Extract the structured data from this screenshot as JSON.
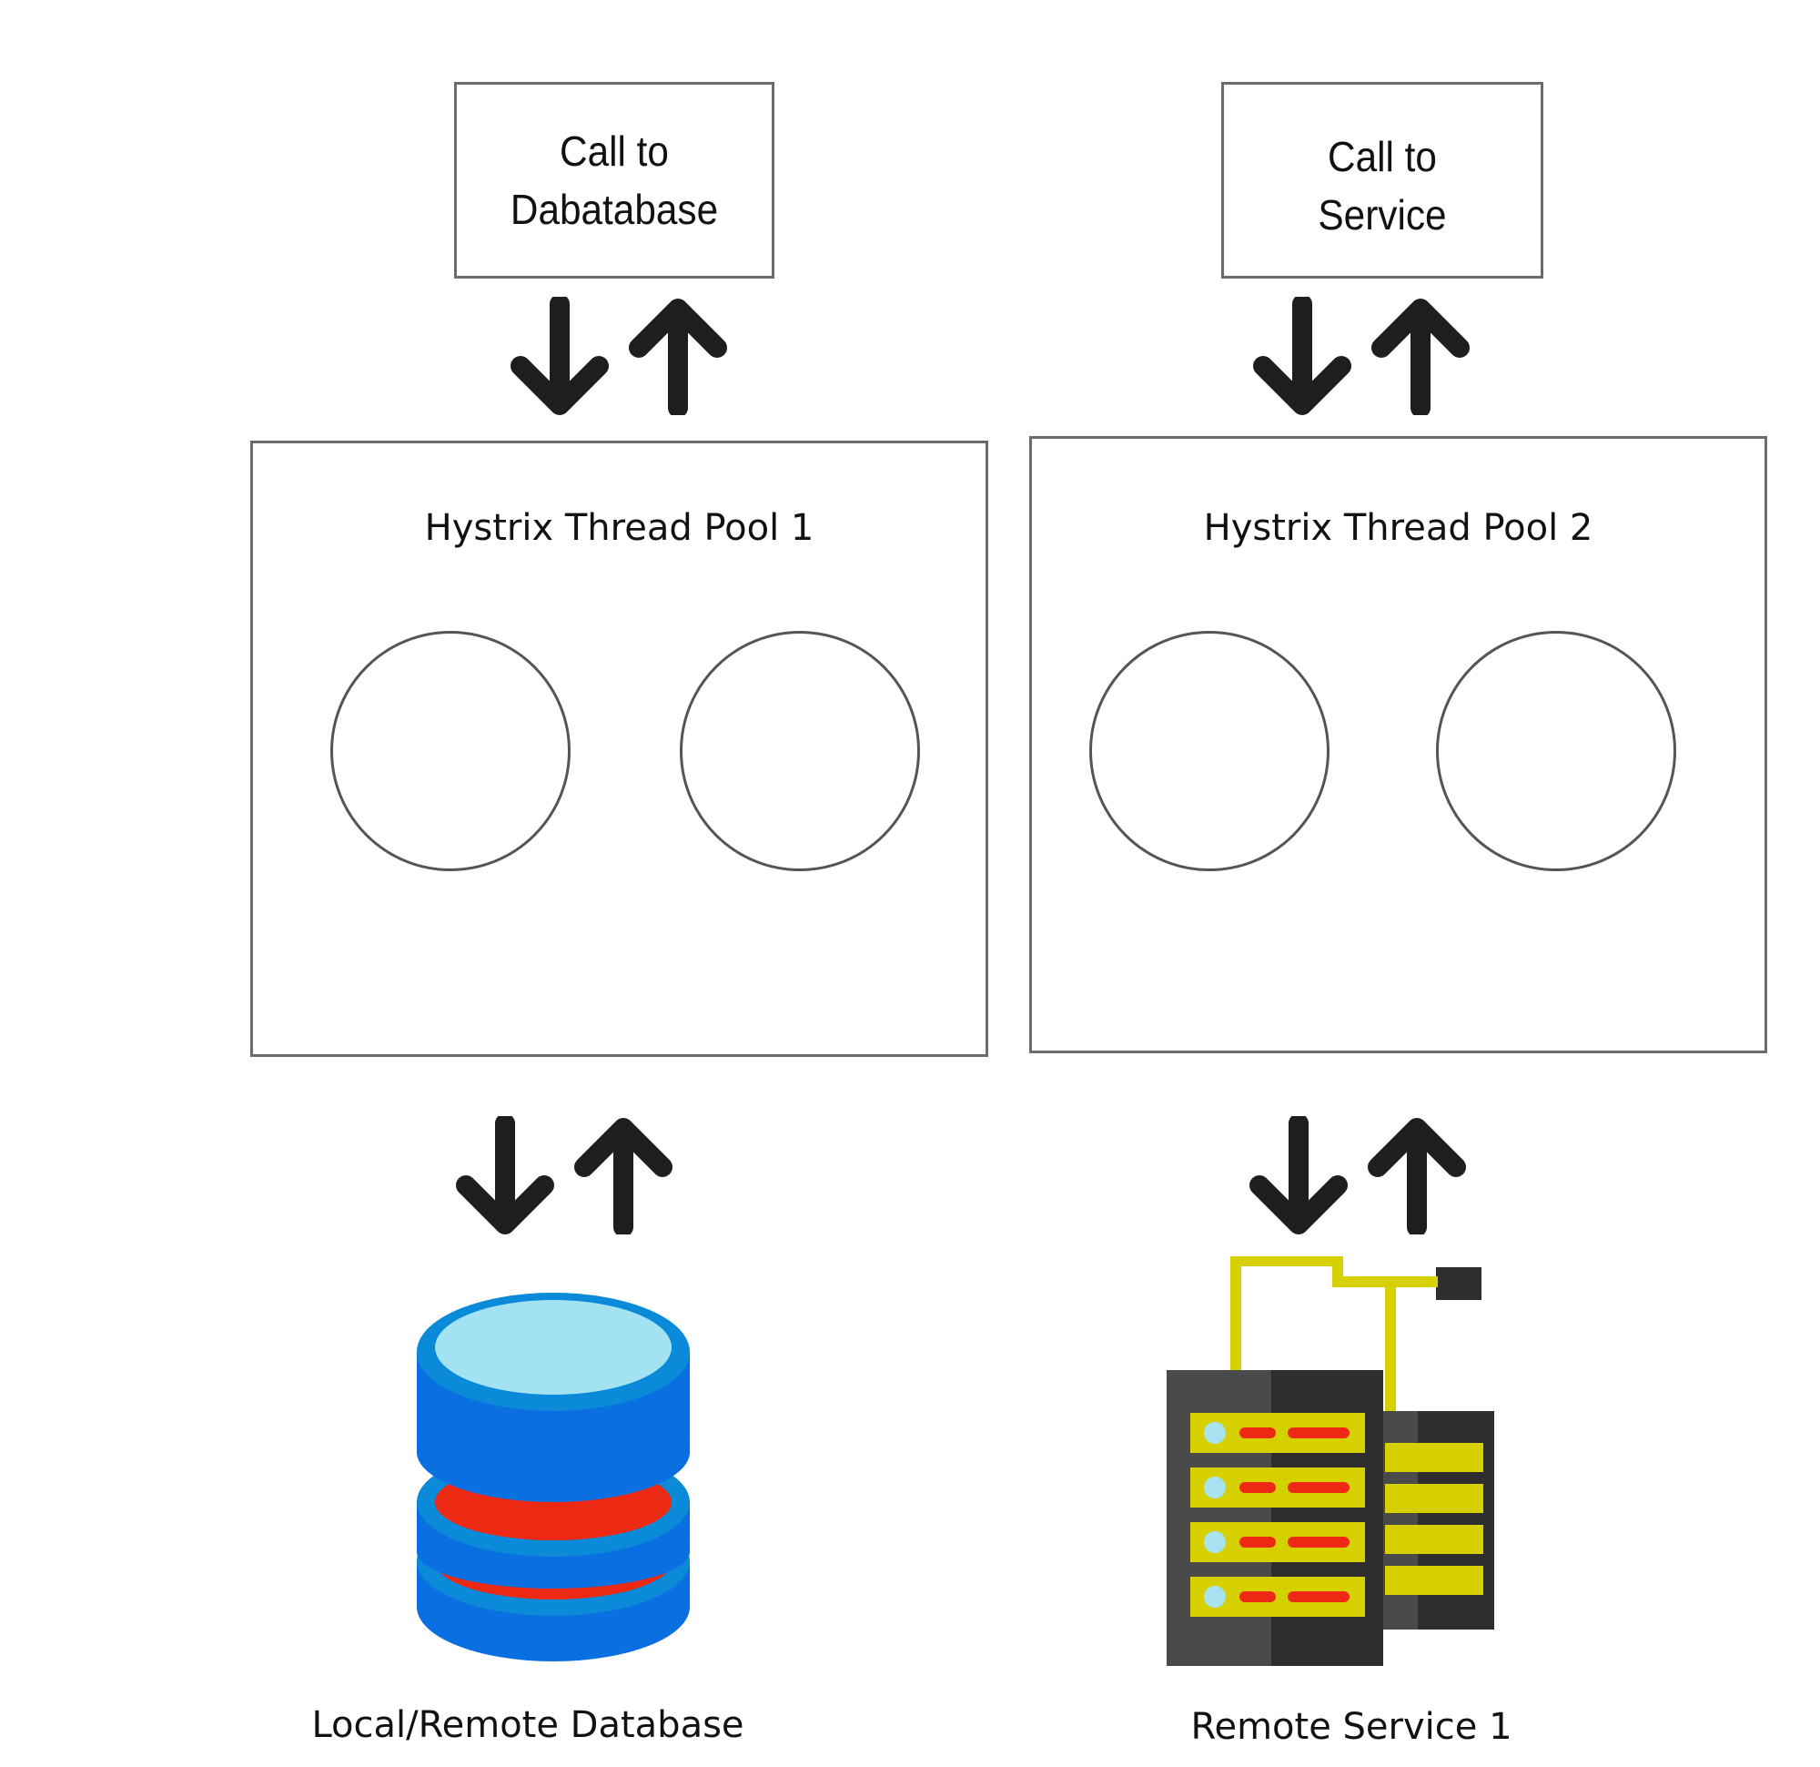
{
  "calls": {
    "database": {
      "line1": "Call to",
      "line2": "Dabatabase"
    },
    "service": {
      "line1": "Call to",
      "line2": "Service"
    }
  },
  "pools": {
    "pool1": {
      "title": "Hystrix Thread Pool 1",
      "threads": 2
    },
    "pool2": {
      "title": "Hystrix Thread Pool 2",
      "threads": 2
    }
  },
  "targets": {
    "database": {
      "label": "Local/Remote Database",
      "icon": "database-icon"
    },
    "service": {
      "label": "Remote Service 1",
      "icon": "server-rack-icon"
    }
  },
  "colors": {
    "db_top": "#a3e2f2",
    "db_blue": "#0a6fe0",
    "db_ring": "#0a8ad8",
    "db_red": "#ec2a14",
    "server_dark": "#2e2e2e",
    "server_mid": "#4a4a4a",
    "server_yellow": "#d7d000",
    "server_led": "#a9e2ee",
    "arrow": "#1e1e1e"
  }
}
